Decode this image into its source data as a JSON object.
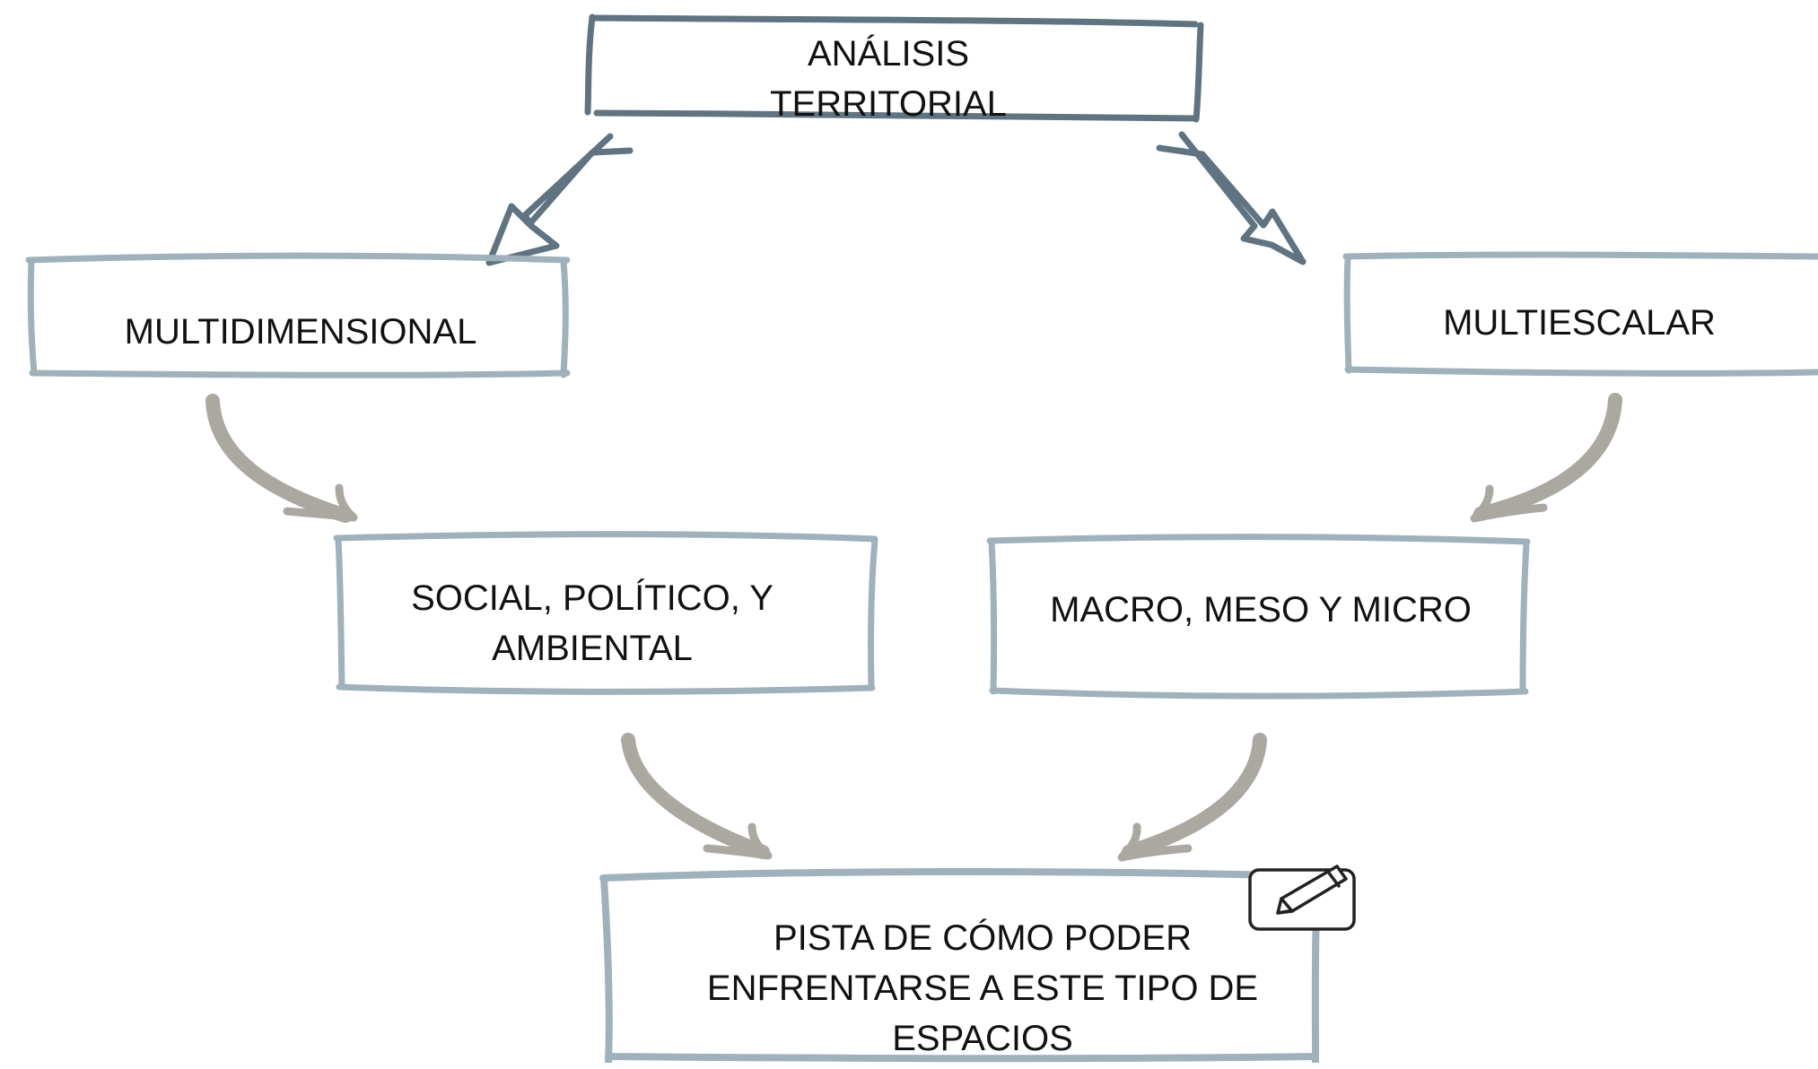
{
  "diagram": {
    "root": {
      "line1": "ANÁLISIS",
      "line2": "TERRITORIAL"
    },
    "left_branch": {
      "label": "MULTIDIMENSIONAL"
    },
    "right_branch": {
      "label": "MULTIESCALAR"
    },
    "left_child": {
      "line1": "SOCIAL, POLÍTICO, Y",
      "line2": "AMBIENTAL"
    },
    "right_child": {
      "label": "MACRO, MESO Y MICRO"
    },
    "result": {
      "line1": "PISTA DE CÓMO PODER",
      "line2": "ENFRENTARSE A ESTE TIPO DE",
      "line3": "ESPACIOS"
    },
    "icons": [
      "edit-pencil-icon"
    ],
    "colors": {
      "root_stroke": "#5f7381",
      "box_stroke": "#9fb1bb",
      "curve_arrow": "#aba8a2",
      "text": "#111111"
    }
  }
}
